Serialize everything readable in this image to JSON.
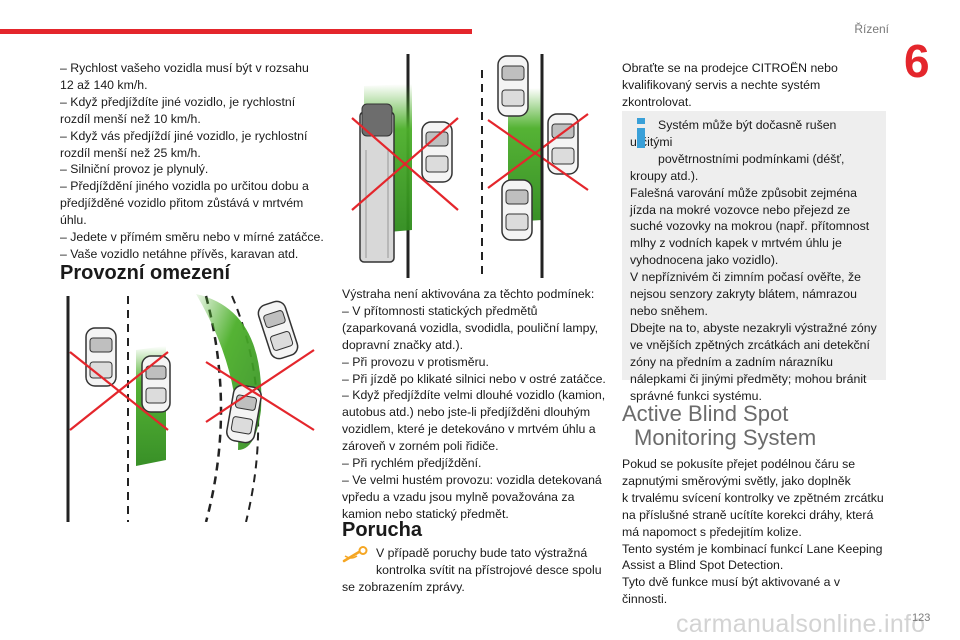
{
  "header": {
    "section": "Řízení",
    "chapter": "6"
  },
  "footer": {
    "page": "123",
    "watermark": "carmanualsonline.info"
  },
  "col1": {
    "lines": [
      "– Rychlost vašeho vozidla musí být v rozsahu",
      "12 až 140 km/h.",
      "– Když předjíždíte jiné vozidlo, je rychlostní",
      "rozdíl menší než 10 km/h.",
      "– Když vás předjíždí jiné vozidlo, je rychlostní",
      "rozdíl menší než 25 km/h.",
      "– Silniční provoz je plynulý.",
      "– Předjíždění jiného vozidla po určitou dobu a",
      "předjížděné vozidlo přitom zůstává v mrtvém",
      "úhlu.",
      "– Jedete v přímém směru nebo v mírné zatáčce.",
      "– Vaše vozidlo netáhne přívěs, karavan atd."
    ],
    "heading": "Provozní omezení"
  },
  "col2": {
    "lines": [
      "Výstraha není aktivována za těchto podmínek:",
      "– V přítomnosti statických předmětů",
      "(zaparkovaná vozidla, svodidla, pouliční lampy,",
      "dopravní značky atd.).",
      "– Při provozu v protisměru.",
      "– Při jízdě po klikaté silnici nebo v ostré zatáčce.",
      "– Když předjíždíte velmi dlouhé vozidlo (kamion,",
      "autobus atd.) nebo jste-li předjížděni dlouhým",
      "vozidlem, které je detekováno v mrtvém úhlu a",
      "zároveň v zorném poli řidiče.",
      "– Při rychlém předjíždění.",
      "– Ve velmi hustém provozu: vozidla detekovaná",
      "vpředu a vzadu jsou mylně považována za",
      "kamion nebo statický předmět."
    ],
    "fault_heading": "Porucha",
    "fault_lines": [
      "V případě poruchy bude tato výstražná",
      "kontrolka svítit na přístrojové desce spolu",
      "se zobrazením zprávy."
    ]
  },
  "col3": {
    "lines": [
      "Obraťte se na prodejce CITROËN nebo",
      "kvalifikovaný servis a nechte systém",
      "zkontrolovat."
    ],
    "info_lines": [
      "Systém může být dočasně rušen určitými",
      "povětrnostními podmínkami (déšť,",
      "kroupy atd.).",
      "Falešná varování může způsobit zejména",
      "jízda na mokré vozovce nebo přejezd ze",
      "suché vozovky na mokrou (např. přítomnost",
      "mlhy z vodních kapek v mrtvém úhlu je",
      "vyhodnocena jako vozidlo).",
      "V nepříznivém či zimním počasí ověřte, že",
      "nejsou senzory zakryty blátem, námrazou",
      "nebo sněhem.",
      "Dbejte na to, abyste nezakryli výstražné zóny",
      "ve vnějších zpětných zrcátkách ani detekční",
      "zóny na předním a zadním nárazníku",
      "nálepkami či jinými předměty; mohou bránit",
      "správné funkci systému."
    ],
    "title_line1": "Active Blind Spot",
    "title_line2": "Monitoring System",
    "body_lines": [
      "Pokud se pokusíte přejet podélnou čáru se",
      "zapnutými směrovými světly, jako doplněk",
      "k trvalému svícení kontrolky ve zpětném zrcátku",
      "na příslušné straně ucítíte korekci dráhy, která",
      "má napomoct s předejitím kolize.",
      "Tento systém je kombinací funkcí Lane Keeping",
      "Assist a Blind Spot Detection.",
      "Tyto dvě funkce musí být aktivované a v činnosti."
    ]
  },
  "colors": {
    "accent": "#e4262c",
    "zone_green": "#4caf2a",
    "info_blue": "#3aa0d8",
    "fault_orange": "#f5a623"
  },
  "icons": {
    "info": "info-icon",
    "fault": "wrench-warning-icon"
  }
}
